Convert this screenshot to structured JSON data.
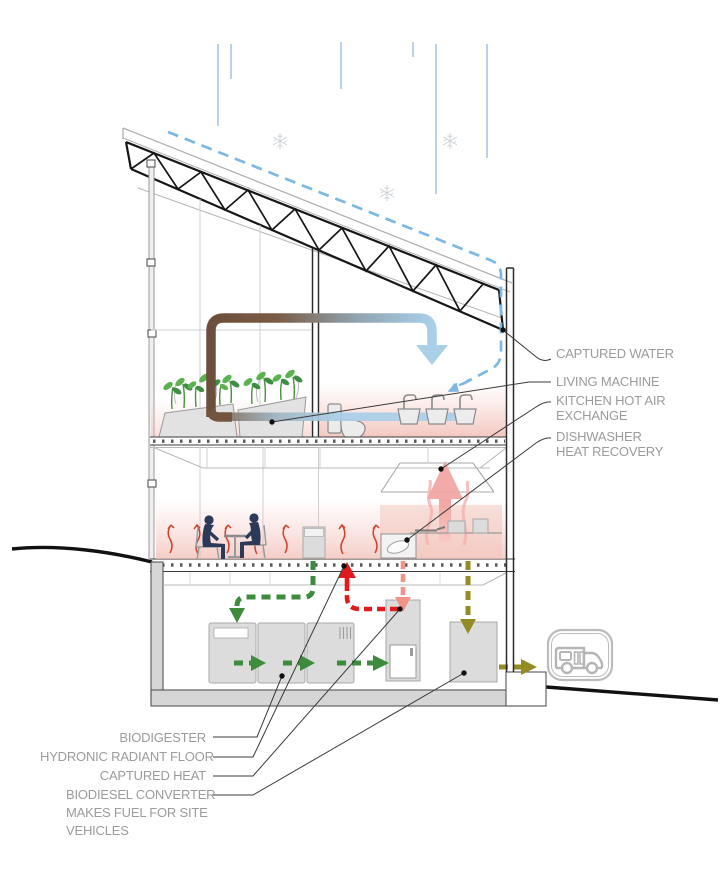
{
  "annotations": {
    "right": [
      {
        "id": "captured-water",
        "lines": [
          "CAPTURED WATER"
        ]
      },
      {
        "id": "living-machine",
        "lines": [
          "LIVING MACHINE"
        ]
      },
      {
        "id": "kitchen-hot-air-exchange",
        "lines": [
          "KITCHEN HOT AIR",
          "EXCHANGE"
        ]
      },
      {
        "id": "dishwasher-heat-recovery",
        "lines": [
          "DISHWASHER",
          "HEAT RECOVERY"
        ]
      }
    ],
    "left": [
      {
        "id": "biodigester",
        "lines": [
          "BIODIGESTER"
        ]
      },
      {
        "id": "hydronic-radiant-floor",
        "lines": [
          "HYDRONIC RADIANT FLOOR"
        ]
      },
      {
        "id": "captured-heat",
        "lines": [
          "CAPTURED HEAT"
        ]
      },
      {
        "id": "biodiesel-converter",
        "lines": [
          "BIODIESEL CONVERTER",
          "MAKES FUEL FOR SITE",
          "VEHICLES"
        ]
      }
    ]
  },
  "flows": [
    {
      "name": "captured rainwater",
      "style": "dashed light blue"
    },
    {
      "name": "warm air loop to living machine",
      "style": "brown-to-blue thick pipe"
    },
    {
      "name": "kitchen hot air",
      "style": "pink arrow up"
    },
    {
      "name": "dishwasher heat recovery",
      "style": "salmon dashed arrow down"
    },
    {
      "name": "captured heat to radiant floor",
      "style": "red dashed arrow up"
    },
    {
      "name": "food waste to biodigester",
      "style": "green dashed arrows"
    },
    {
      "name": "biodiesel fuel to site vehicles",
      "style": "olive dashed arrows"
    }
  ],
  "colors": {
    "label_text": "#9b9b9b",
    "leader_line": "#3a3a3a",
    "water_blue": "#7cb8e4",
    "air_blue": "#a9cfe9",
    "pipe_brown": "#73543f",
    "heat_red": "#e11b1b",
    "dishwasher_salmon": "#f09489",
    "kitchen_pink": "#f2a3a0",
    "biogas_green": "#3d8b3d",
    "biodiesel_olive": "#938b23",
    "people_navy": "#2c3a5a",
    "floor_heat_pink": "#f3c7c0",
    "snow_gray": "#cdd2d6",
    "rain_blue": "#abcbe8"
  },
  "icons": {
    "snowflake": "snowflake",
    "vehicle": "delivery-truck"
  }
}
